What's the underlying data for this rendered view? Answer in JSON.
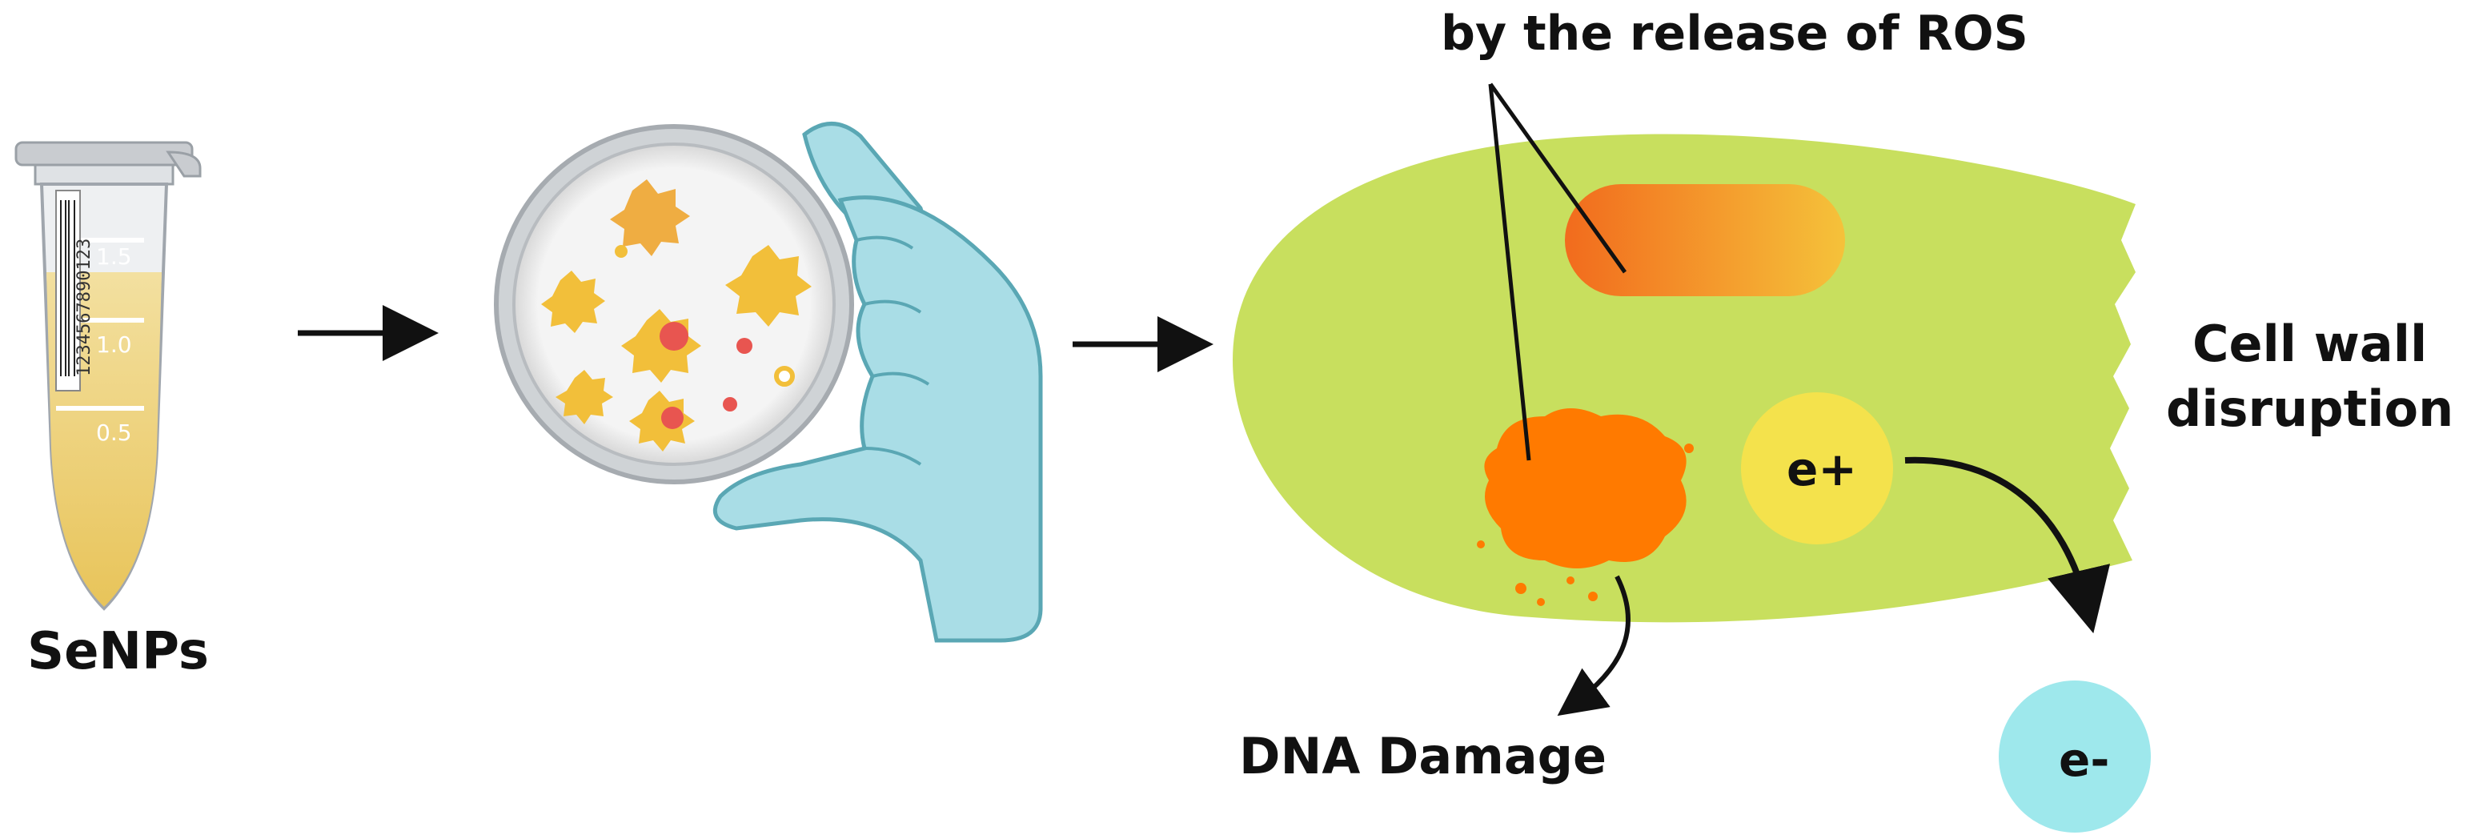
{
  "figure": {
    "labels": {
      "senps": "SeNPs",
      "ros": "by the release of ROS",
      "cell_wall_line1": "Cell wall",
      "cell_wall_line2": "disruption",
      "dna_damage": "DNA Damage",
      "e_plus": "e+",
      "e_minus": "e-"
    },
    "tube_scale": [
      "1.5",
      "1.0",
      "0.5"
    ],
    "tube_barcode": "1234567890123",
    "colors": {
      "cell": "#c8df5e",
      "tube_liquid": "#ecd27c",
      "glove": "#a9dde6",
      "glove_outline": "#5aa7b4",
      "bacterium_start": "#f26b1d",
      "bacterium_end": "#f5c23a",
      "dna_damage": "#ff7a00",
      "e_plus_circle": "#f4e24c",
      "e_minus_circle": "#9ee8ec",
      "colony_yellow": "#f2bf3a",
      "colony_red": "#e85550",
      "arrow": "#111111"
    },
    "icons": [
      "microtube-icon",
      "petri-dish-icon",
      "gloved-hand-icon",
      "bacterium-icon"
    ]
  }
}
